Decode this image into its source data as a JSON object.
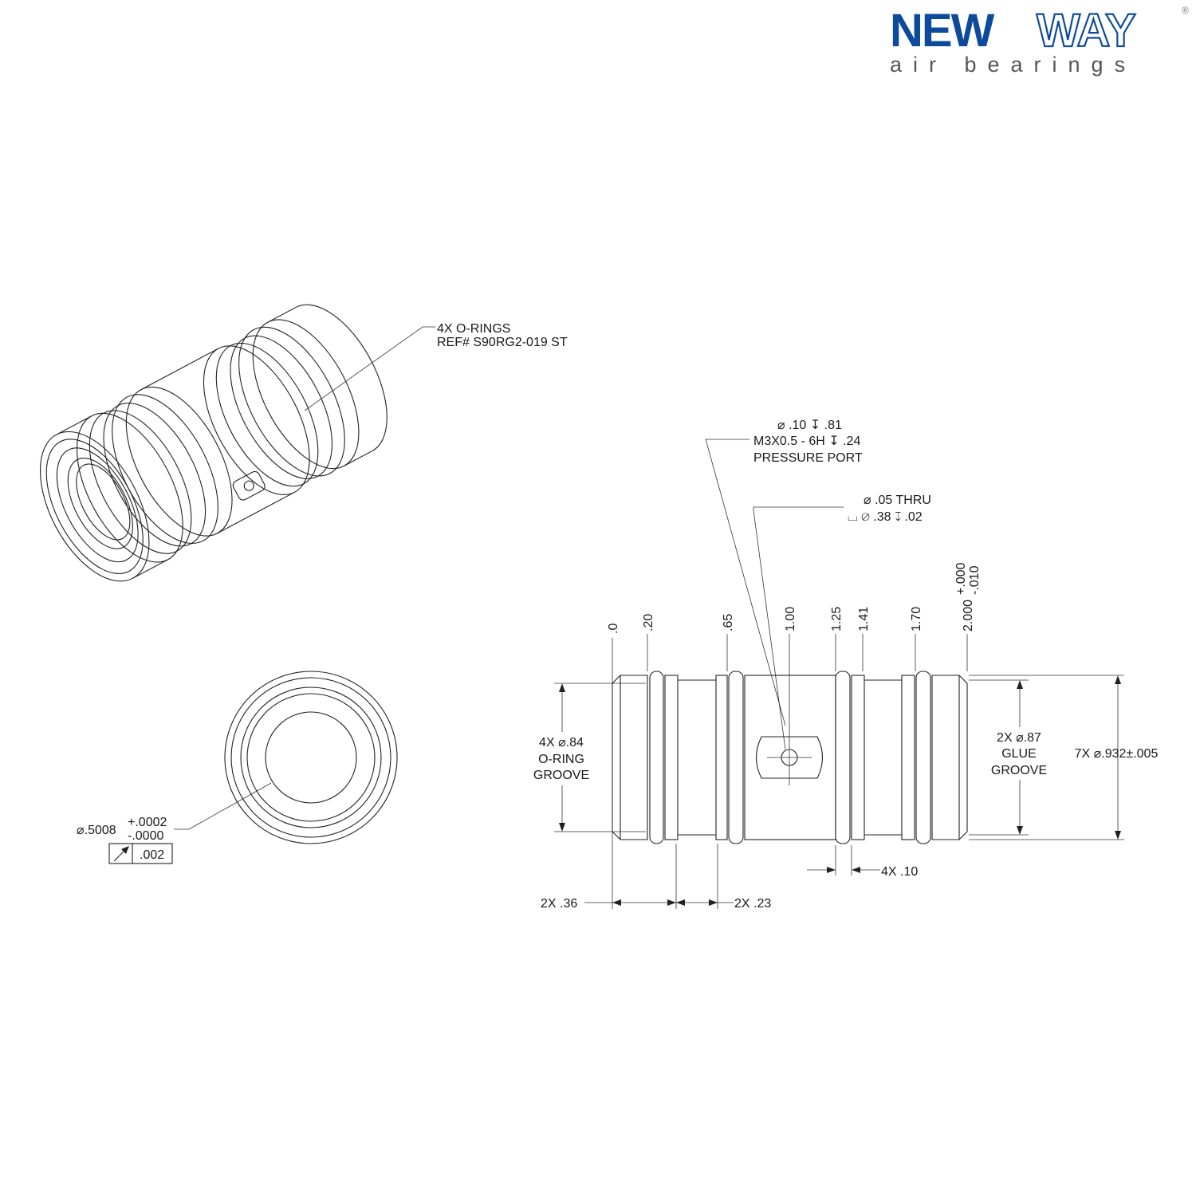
{
  "logo": {
    "brand_bold": "NEW",
    "brand_outline": "WAY",
    "tagline": "air bearings",
    "registered": "®",
    "color": "#0d4a9c"
  },
  "iso_view": {
    "callout_line1": "4X O-RINGS",
    "callout_line2": "REF# S90RG2-019 ST"
  },
  "end_view": {
    "diameter_symbol": "⌀",
    "diameter": ".5008",
    "tol_plus": "+.0002",
    "tol_minus": "-.0000",
    "runout_tolerance": ".002"
  },
  "side_view": {
    "pressure_port": {
      "line1": "⌀ .10 ↧ .81",
      "line2": "M3X0.5 - 6H ↧ .24",
      "line3": "PRESSURE PORT"
    },
    "thru_hole": {
      "line1": "⌀ .05 THRU",
      "line2": "⌴ ⌀ .38 ↧ .02"
    },
    "ordinates": [
      ".0",
      ".20",
      ".65",
      "1.00",
      "1.25",
      "1.41",
      "1.70"
    ],
    "overall_length": {
      "value": "2.000",
      "tol_plus": "+.000",
      "tol_minus": "-.010"
    },
    "oring_groove": {
      "line1": "4X ⌀.84",
      "line2": "O-RING",
      "line3": "GROOVE"
    },
    "glue_groove": {
      "line1": "2X ⌀.87",
      "line2": "GLUE",
      "line3": "GROOVE"
    },
    "outer_diameter": "7X ⌀.932±.005",
    "groove_width": "4X .10",
    "dim_left": "2X .36",
    "dim_mid": "2X .23"
  }
}
